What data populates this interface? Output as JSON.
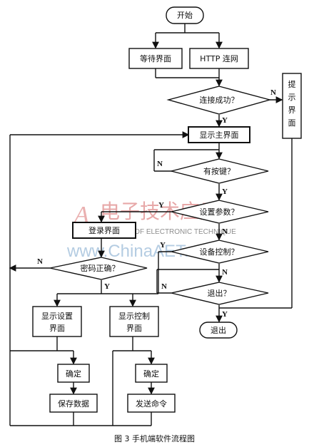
{
  "nodes": {
    "start": "开始",
    "wait_ui": "等待界面",
    "http_connect": "HTTP 连网",
    "connect_ok": "连接成功？",
    "hint_ui": [
      "提",
      "示",
      "界",
      "面"
    ],
    "main_ui": "显示主界面",
    "has_key": "有按键？",
    "set_params": "设置参数？",
    "device_ctrl": "设备控制？",
    "exit_q": "退出？",
    "exit": "退出",
    "login_ui": "登录界面",
    "pwd_ok": "密码正确？",
    "show_settings": [
      "显示设置",
      "界面"
    ],
    "show_control": [
      "显示控制",
      "界面"
    ],
    "confirm_1": "确定",
    "confirm_2": "确定",
    "save_data": "保存数据",
    "send_cmd": "发送命令"
  },
  "labels": {
    "yes": "Y",
    "no": "N"
  },
  "watermark": {
    "logo": "A",
    "name": "电子技术应用",
    "english": "APPLICATION OF ELECTRONIC TECHNIQUE",
    "url": "www.ChinaAET.com"
  },
  "caption": "图 3  手机端软件流程图"
}
